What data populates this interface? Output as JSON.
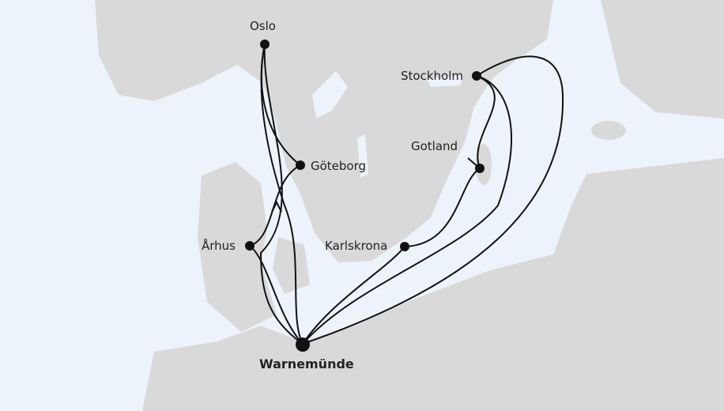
{
  "map": {
    "colors": {
      "water": "#edf3fa",
      "land": "#d9d9d9",
      "route": "#111111"
    },
    "ports": {
      "oslo": "Oslo",
      "goteborg": "Göteborg",
      "arhus": "Århus",
      "stockholm": "Stockholm",
      "gotland": "Gotland",
      "karlskrona": "Karlskrona",
      "warnemunde": "Warnemünde"
    },
    "home_port": "Warnemünde"
  }
}
